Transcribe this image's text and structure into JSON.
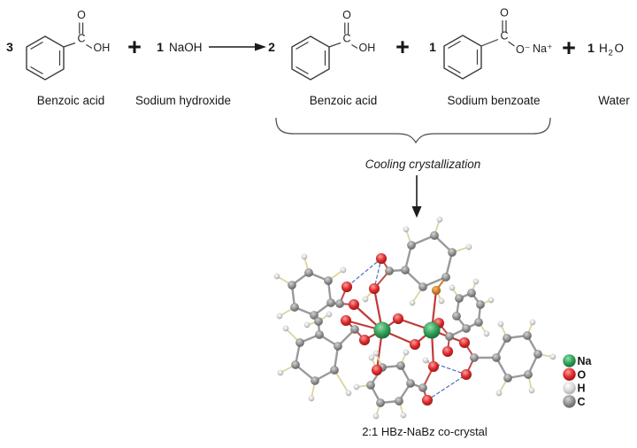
{
  "equation": {
    "plus": "+",
    "reactants": [
      {
        "coeff": "3",
        "name": "Benzoic acid"
      },
      {
        "coeff": "1",
        "formula": "NaOH",
        "name": "Sodium hydroxide"
      }
    ],
    "products": [
      {
        "coeff": "2",
        "name": "Benzoic acid"
      },
      {
        "coeff": "1",
        "name": "Sodium benzoate"
      },
      {
        "coeff": "1",
        "name": "Water"
      }
    ],
    "atom_labels": {
      "o": "O",
      "c": "C",
      "oh": "OH",
      "o_minus": "O⁻",
      "na_plus": "Na⁺",
      "h": "H",
      "h2o_sub": "2"
    }
  },
  "process": {
    "label": "Cooling crystallization"
  },
  "crystal": {
    "caption": "2:1 HBz-NaBz co-crystal",
    "legend": [
      {
        "element": "Na",
        "color": "#2e9e52"
      },
      {
        "element": "O",
        "color": "#e02828"
      },
      {
        "element": "H",
        "color": "#d8d8d8"
      },
      {
        "element": "C",
        "color": "#8f8f8f"
      }
    ],
    "atoms": [
      [
        "Na",
        432,
        373
      ],
      [
        "Na",
        488,
        373
      ],
      [
        "O",
        450,
        360
      ],
      [
        "O",
        469,
        389
      ],
      [
        "O",
        391,
        362
      ],
      [
        "O",
        412,
        384
      ],
      [
        "C",
        401,
        372
      ],
      [
        "O",
        392,
        324
      ],
      [
        "O",
        423,
        326
      ],
      [
        "H",
        413,
        338
      ],
      [
        "O",
        431,
        292
      ],
      [
        "C",
        440,
        306
      ],
      [
        "O",
        400,
        344
      ],
      [
        "C",
        384,
        343
      ],
      [
        "X",
        493,
        328
      ],
      [
        "O",
        496,
        365
      ],
      [
        "C",
        508,
        380
      ],
      [
        "O",
        506,
        397
      ],
      [
        "O",
        490,
        414
      ],
      [
        "H",
        481,
        407
      ],
      [
        "O",
        426,
        418
      ],
      [
        "H",
        420,
        404
      ],
      [
        "O",
        483,
        452
      ],
      [
        "C",
        478,
        438
      ],
      [
        "O",
        527,
        423
      ],
      [
        "C",
        536,
        404
      ],
      [
        "O",
        525,
        387
      ],
      [
        "C",
        458,
        305
      ],
      [
        "C",
        465,
        277
      ],
      [
        "C",
        491,
        266
      ],
      [
        "C",
        511,
        285
      ],
      [
        "C",
        504,
        313
      ],
      [
        "C",
        478,
        324
      ],
      [
        "H",
        459,
        259
      ],
      [
        "H",
        497,
        248
      ],
      [
        "H",
        530,
        279
      ],
      [
        "H",
        466,
        342
      ],
      [
        "H",
        499,
        340
      ],
      [
        "C",
        519,
        337
      ],
      [
        "C",
        533,
        331
      ],
      [
        "C",
        543,
        344
      ],
      [
        "C",
        541,
        364
      ],
      [
        "C",
        527,
        371
      ],
      [
        "C",
        516,
        357
      ],
      [
        "H",
        511,
        325
      ],
      [
        "H",
        538,
        318
      ],
      [
        "H",
        555,
        339
      ],
      [
        "H",
        550,
        377
      ],
      [
        "C",
        561,
        404
      ],
      [
        "C",
        573,
        382
      ],
      [
        "C",
        596,
        379
      ],
      [
        "C",
        608,
        400
      ],
      [
        "C",
        597,
        423
      ],
      [
        "C",
        574,
        427
      ],
      [
        "H",
        566,
        366
      ],
      [
        "H",
        602,
        364
      ],
      [
        "H",
        625,
        403
      ],
      [
        "H",
        601,
        441
      ],
      [
        "H",
        564,
        444
      ],
      [
        "C",
        432,
        415
      ],
      [
        "C",
        453,
        413
      ],
      [
        "C",
        464,
        433
      ],
      [
        "C",
        451,
        453
      ],
      [
        "C",
        430,
        455
      ],
      [
        "C",
        419,
        435
      ],
      [
        "H",
        425,
        399
      ],
      [
        "H",
        459,
        398
      ],
      [
        "H",
        403,
        437
      ],
      [
        "H",
        456,
        469
      ],
      [
        "H",
        425,
        470
      ],
      [
        "C",
        333,
        347
      ],
      [
        "C",
        330,
        322
      ],
      [
        "C",
        349,
        308
      ],
      [
        "C",
        371,
        317
      ],
      [
        "C",
        374,
        342
      ],
      [
        "C",
        355,
        356
      ],
      [
        "H",
        316,
        357
      ],
      [
        "H",
        313,
        312
      ],
      [
        "H",
        344,
        290
      ],
      [
        "H",
        388,
        305
      ],
      [
        "C",
        334,
        412
      ],
      [
        "C",
        339,
        387
      ],
      [
        "C",
        361,
        378
      ],
      [
        "C",
        382,
        391
      ],
      [
        "C",
        378,
        418
      ],
      [
        "C",
        356,
        430
      ],
      [
        "H",
        317,
        421
      ],
      [
        "H",
        323,
        371
      ],
      [
        "H",
        352,
        450
      ],
      [
        "H",
        394,
        444
      ],
      [
        "C",
        360,
        363
      ],
      [
        "H",
        347,
        367
      ],
      [
        "H",
        372,
        355
      ]
    ],
    "bonds": [
      [
        0,
        2,
        "m"
      ],
      [
        1,
        2,
        "m"
      ],
      [
        0,
        3,
        "m"
      ],
      [
        1,
        3,
        "m"
      ],
      [
        0,
        4,
        "m"
      ],
      [
        0,
        5,
        "m"
      ],
      [
        0,
        8,
        "m"
      ],
      [
        0,
        20,
        "m"
      ],
      [
        0,
        12,
        "m"
      ],
      [
        1,
        14,
        "m"
      ],
      [
        1,
        15,
        "m"
      ],
      [
        1,
        18,
        "m"
      ],
      [
        1,
        26,
        "m"
      ],
      [
        6,
        4,
        "o"
      ],
      [
        6,
        5,
        "o"
      ],
      [
        11,
        8,
        "o"
      ],
      [
        11,
        10,
        "o"
      ],
      [
        13,
        7,
        "o"
      ],
      [
        13,
        12,
        "o"
      ],
      [
        16,
        15,
        "o"
      ],
      [
        16,
        17,
        "o"
      ],
      [
        23,
        22,
        "o"
      ],
      [
        23,
        18,
        "o"
      ],
      [
        25,
        24,
        "o"
      ],
      [
        25,
        26,
        "o"
      ],
      [
        31,
        14,
        "x"
      ],
      [
        27,
        28,
        "c"
      ],
      [
        28,
        29,
        "c"
      ],
      [
        29,
        30,
        "c"
      ],
      [
        30,
        31,
        "c"
      ],
      [
        31,
        32,
        "c"
      ],
      [
        32,
        27,
        "c"
      ],
      [
        27,
        11,
        "c"
      ],
      [
        38,
        39,
        "c"
      ],
      [
        39,
        40,
        "c"
      ],
      [
        40,
        41,
        "c"
      ],
      [
        41,
        42,
        "c"
      ],
      [
        42,
        43,
        "c"
      ],
      [
        43,
        38,
        "c"
      ],
      [
        42,
        16,
        "c"
      ],
      [
        48,
        49,
        "c"
      ],
      [
        49,
        50,
        "c"
      ],
      [
        50,
        51,
        "c"
      ],
      [
        51,
        52,
        "c"
      ],
      [
        52,
        53,
        "c"
      ],
      [
        53,
        48,
        "c"
      ],
      [
        48,
        25,
        "c"
      ],
      [
        59,
        60,
        "c"
      ],
      [
        60,
        61,
        "c"
      ],
      [
        61,
        62,
        "c"
      ],
      [
        62,
        63,
        "c"
      ],
      [
        63,
        64,
        "c"
      ],
      [
        64,
        59,
        "c"
      ],
      [
        61,
        23,
        "c"
      ],
      [
        70,
        71,
        "c"
      ],
      [
        71,
        72,
        "c"
      ],
      [
        72,
        73,
        "c"
      ],
      [
        73,
        74,
        "c"
      ],
      [
        74,
        75,
        "c"
      ],
      [
        75,
        70,
        "c"
      ],
      [
        74,
        13,
        "c"
      ],
      [
        80,
        81,
        "c"
      ],
      [
        81,
        82,
        "c"
      ],
      [
        82,
        83,
        "c"
      ],
      [
        83,
        84,
        "c"
      ],
      [
        84,
        85,
        "c"
      ],
      [
        85,
        80,
        "c"
      ],
      [
        83,
        6,
        "c"
      ],
      [
        75,
        90,
        "c"
      ],
      [
        90,
        82,
        "c"
      ],
      [
        28,
        33,
        "h"
      ],
      [
        29,
        34,
        "h"
      ],
      [
        30,
        35,
        "h"
      ],
      [
        32,
        36,
        "h"
      ],
      [
        14,
        37,
        "h"
      ],
      [
        38,
        44,
        "h"
      ],
      [
        39,
        45,
        "h"
      ],
      [
        40,
        46,
        "h"
      ],
      [
        41,
        47,
        "h"
      ],
      [
        49,
        54,
        "h"
      ],
      [
        50,
        55,
        "h"
      ],
      [
        51,
        56,
        "h"
      ],
      [
        52,
        57,
        "h"
      ],
      [
        53,
        58,
        "h"
      ],
      [
        59,
        65,
        "h"
      ],
      [
        60,
        66,
        "h"
      ],
      [
        64,
        67,
        "h"
      ],
      [
        62,
        68,
        "h"
      ],
      [
        63,
        69,
        "h"
      ],
      [
        70,
        76,
        "h"
      ],
      [
        71,
        77,
        "h"
      ],
      [
        72,
        78,
        "h"
      ],
      [
        73,
        79,
        "h"
      ],
      [
        80,
        86,
        "h"
      ],
      [
        81,
        87,
        "h"
      ],
      [
        85,
        88,
        "h"
      ],
      [
        84,
        89,
        "h"
      ],
      [
        90,
        91,
        "h"
      ],
      [
        90,
        92,
        "h"
      ],
      [
        8,
        9,
        "h"
      ],
      [
        20,
        21,
        "h"
      ],
      [
        18,
        19,
        "h"
      ],
      [
        10,
        7,
        "d"
      ],
      [
        10,
        8,
        "d"
      ],
      [
        22,
        24,
        "d"
      ],
      [
        19,
        24,
        "d"
      ]
    ]
  }
}
